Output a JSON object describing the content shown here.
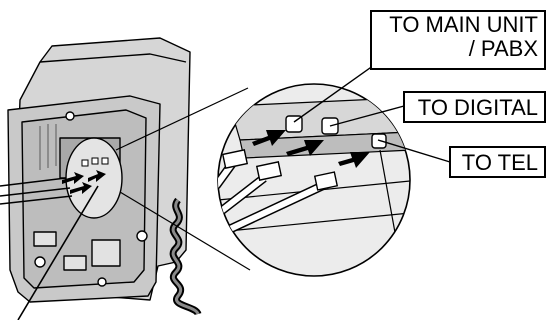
{
  "labels": {
    "main_unit_line1": "TO MAIN UNIT",
    "main_unit_line2": "/ PABX",
    "digital": "TO DIGITAL",
    "tel": "TO TEL"
  },
  "colors": {
    "line": "#000000",
    "phone_body": "#d7d7d7",
    "phone_shade": "#b5b5b5",
    "zoom_fill": "#e6e6e6"
  }
}
